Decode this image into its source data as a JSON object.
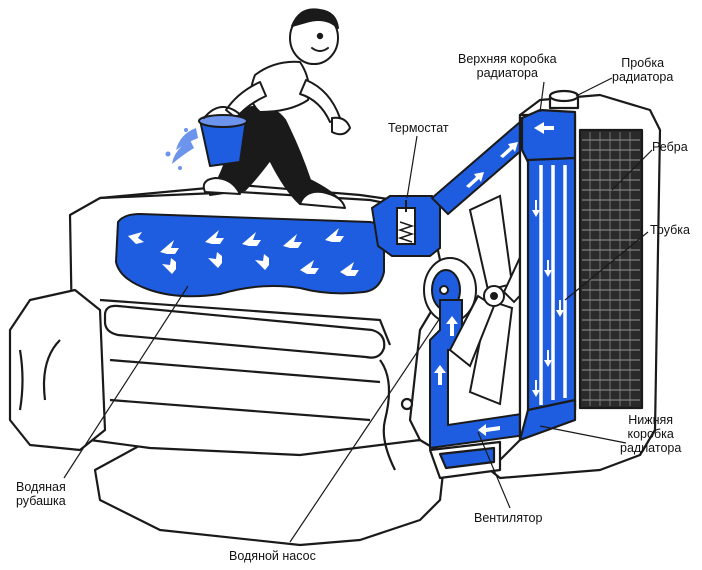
{
  "colors": {
    "coolant": "#1f5de0",
    "coolant_dark": "#123a9c",
    "outline": "#1a1a1a",
    "engine_fill": "#ffffff",
    "radiator_core": "#2a2a2a",
    "arrow": "#ffffff"
  },
  "labels": {
    "upper_tank": [
      "Верхняя коробка",
      "радиатора"
    ],
    "radiator_cap": [
      "Пробка",
      "радиатора"
    ],
    "thermostat": "Термостат",
    "fins": "Ребра",
    "tubes": "Трубка",
    "lower_tank": [
      "Нижняя",
      "коробка",
      "радиатора"
    ],
    "water_jacket": [
      "Водяная",
      "рубашка"
    ],
    "fan": "Вентилятор",
    "water_pump": "Водяной насос"
  },
  "icons": {
    "character": "boy-with-bucket-icon",
    "fan": "fan-blade-icon",
    "flow": "flow-arrow-icon"
  }
}
